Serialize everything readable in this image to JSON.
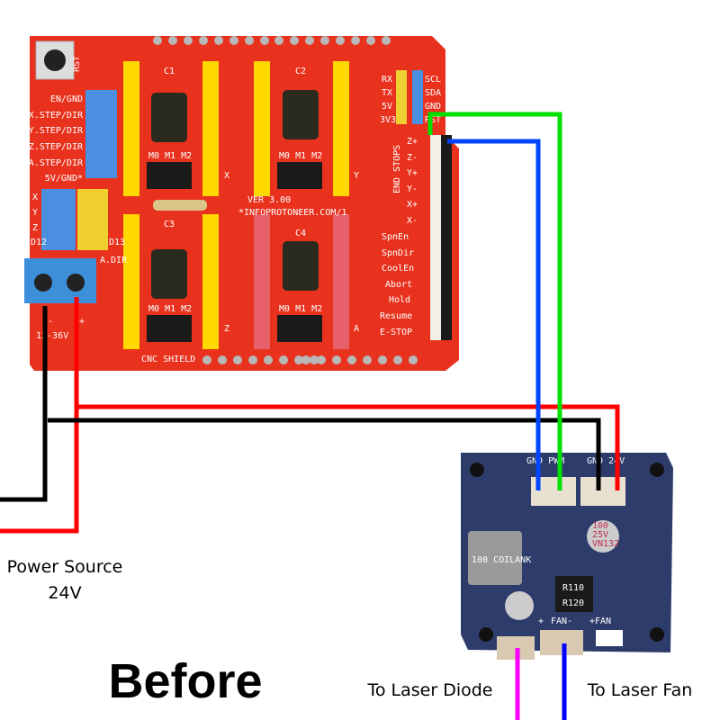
{
  "title": "Before",
  "captions": {
    "power_source": "Power Source",
    "power_voltage": "24V",
    "laser_diode": "To Laser Diode",
    "laser_fan": "To Laser Fan"
  },
  "cnc_shield": {
    "name": "CNC SHIELD",
    "version": "VER 3.00",
    "url": "*INFOPROTONEER.COM/1",
    "reset": "RST",
    "left_labels": [
      "EN/GND",
      "X.STEP/DIR",
      "Y.STEP/DIR",
      "Z.STEP/DIR",
      "A.STEP/DIR",
      "5V/GND*"
    ],
    "axis_side": [
      "X",
      "Y",
      "Z",
      "D12",
      "D13",
      "A.DIR"
    ],
    "axes": [
      "X",
      "Y",
      "Z",
      "A"
    ],
    "caps": [
      "C1",
      "C2",
      "C3",
      "C4"
    ],
    "microstep": [
      "M0",
      "M1",
      "M2"
    ],
    "power_terminal": [
      "-",
      "+",
      "12-36V"
    ],
    "end_stops_title": "END STOPS",
    "end_stops": [
      "Z+",
      "Z-",
      "Y+",
      "Y-",
      "X+",
      "X-"
    ],
    "io_labels": [
      "SpnEn",
      "SpnDir",
      "CoolEn",
      "Abort",
      "Hold",
      "Resume",
      "E-STOP"
    ],
    "i2c_labels": [
      "RX",
      "TX",
      "5V",
      "3V3",
      "SCL",
      "SDA",
      "GND",
      "RST"
    ]
  },
  "laser_driver": {
    "input_labels": [
      "GND",
      "PWM",
      "GND",
      "24V"
    ],
    "output_labels": [
      "+",
      "FAN-",
      "+FAN"
    ],
    "inductor": "100 COILANK",
    "capacitor": [
      "100",
      "25V",
      "VN132"
    ],
    "resistors": [
      "R110",
      "R120"
    ]
  },
  "wire_colors": {
    "ground": "#000000",
    "power_24v": "#ff0000",
    "pwm": "#00e000",
    "pwm_ground": "#0044ff",
    "laser_diode": "#ff00ff",
    "laser_fan": "#0000ff"
  },
  "colors": {
    "shield": "#e8321e",
    "driver_board": "#2e3c6c",
    "terminal": "#3d8fd9"
  }
}
